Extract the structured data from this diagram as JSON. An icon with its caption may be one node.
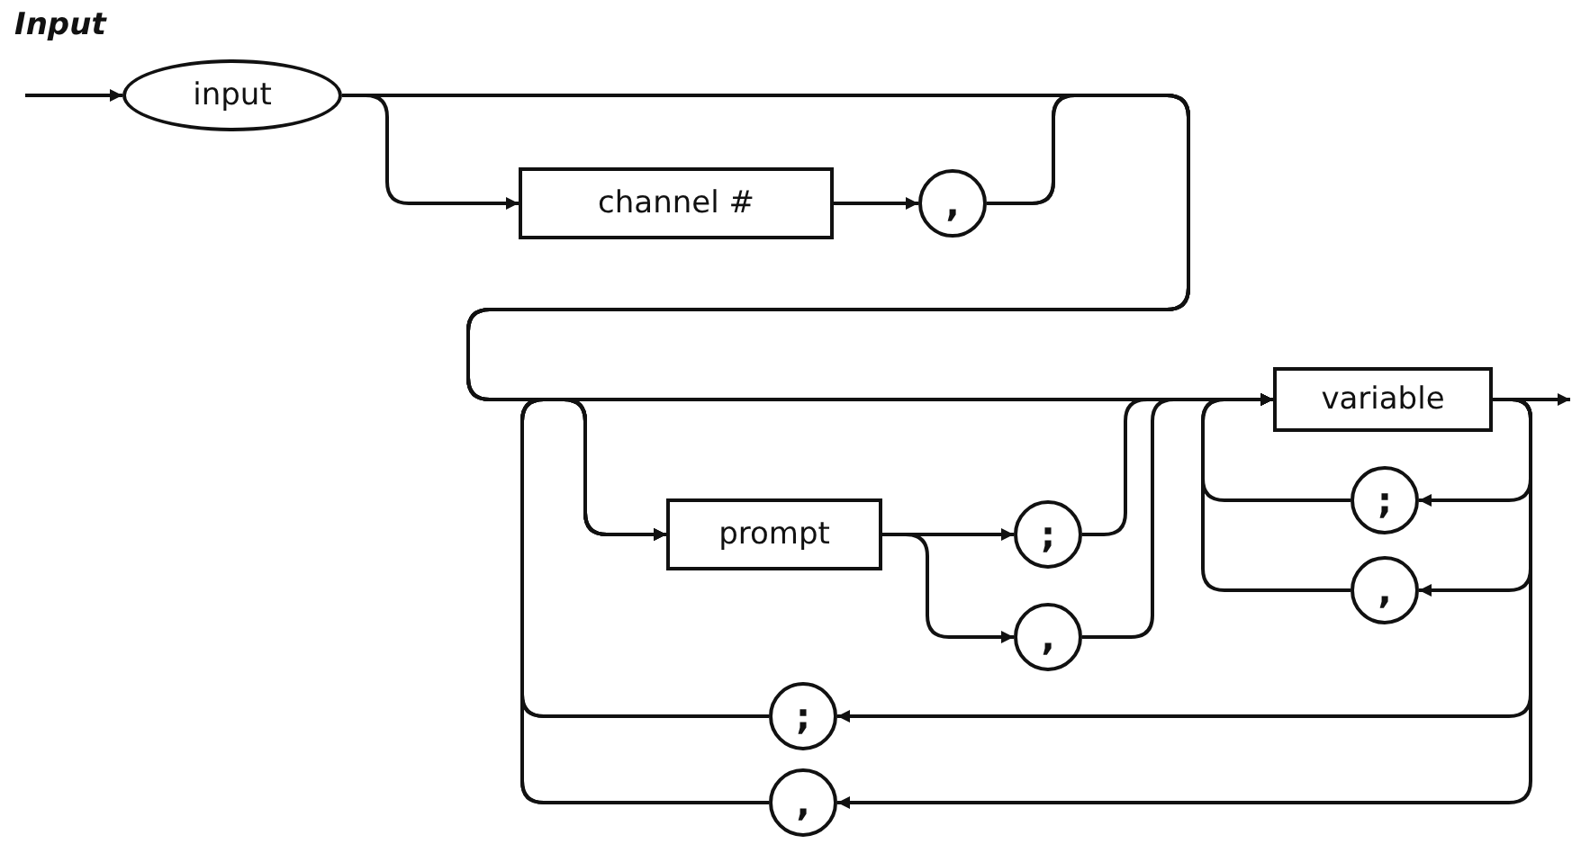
{
  "diagram": {
    "title": "Input",
    "nodes": [
      {
        "text": [
          "input"
        ]
      },
      {
        "text": [
          "channel #"
        ]
      },
      {
        "text": [
          ","
        ]
      },
      {
        "text": [
          "prompt"
        ]
      },
      {
        "text": [
          ";"
        ]
      },
      {
        "text": [
          ","
        ]
      },
      {
        "text": [
          "variable"
        ]
      },
      {
        "text": [
          ";"
        ]
      },
      {
        "text": [
          ","
        ]
      },
      {
        "text": [
          ";"
        ]
      },
      {
        "text": [
          ","
        ]
      }
    ],
    "edges": [
      {
        "from": null,
        "to": 0,
        "arrow": "to"
      },
      {
        "from": 0,
        "to": 1,
        "arrow": "to"
      },
      {
        "from": 1,
        "to": 2,
        "arrow": "to"
      },
      {
        "from": 0,
        "to": 3,
        "arrow": "to"
      },
      {
        "from": 0,
        "to": 6,
        "arrow": "to"
      },
      {
        "from": 2,
        "to": 3,
        "arrow": "to"
      },
      {
        "from": 2,
        "to": 6,
        "arrow": "to"
      },
      {
        "from": 3,
        "to": 4,
        "arrow": "to"
      },
      {
        "from": 3,
        "to": 5,
        "arrow": "to"
      },
      {
        "from": 4,
        "to": 6,
        "arrow": "to"
      },
      {
        "from": 5,
        "to": 6,
        "arrow": "to"
      },
      {
        "from": 6,
        "to": null,
        "arrow": "to"
      },
      {
        "from": 6,
        "to": 7,
        "arrow": "to"
      },
      {
        "from": 7,
        "to": 6,
        "arrow": "to"
      },
      {
        "from": 6,
        "to": 8,
        "arrow": "to"
      },
      {
        "from": 8,
        "to": 6,
        "arrow": "to"
      },
      {
        "from": 6,
        "to": 9,
        "arrow": "to"
      },
      {
        "from": 9,
        "to": 3,
        "arrow": "to"
      },
      {
        "from": 9,
        "to": 6,
        "arrow": "to"
      },
      {
        "from": 6,
        "to": 10,
        "arrow": "to"
      },
      {
        "from": 10,
        "to": 3,
        "arrow": "to"
      },
      {
        "from": 10,
        "to": 6,
        "arrow": "to"
      }
    ]
  }
}
